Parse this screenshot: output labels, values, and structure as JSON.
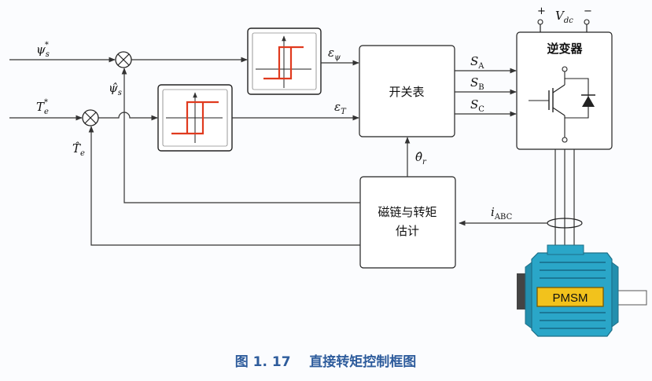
{
  "labels": {
    "psi_ref": "ψ",
    "psi_ref_sub": "s",
    "psi_ref_sup": "*",
    "te_ref": "T",
    "te_ref_sub": "e",
    "te_ref_sup": "*",
    "psi_est": "ψ̂",
    "psi_est_sub": "s",
    "te_est": "T̂",
    "te_est_sub": "e",
    "eps_psi": "ε",
    "eps_psi_sub": "ψ",
    "eps_t": "ε",
    "eps_t_sub": "T",
    "sa": "S",
    "sa_sub": "A",
    "sb": "S",
    "sb_sub": "B",
    "sc": "S",
    "sc_sub": "C",
    "theta": "θ̂",
    "theta_sub": "r",
    "iabc": "i",
    "iabc_sub": "ABC",
    "vdc": "V",
    "vdc_sub": "dc",
    "plus": "+",
    "minus": "−"
  },
  "blocks": {
    "switch_table": "开关表",
    "inverter": "逆变器",
    "estimator_line1": "磁链与转矩",
    "estimator_line2": "估计",
    "motor": "PMSM"
  },
  "caption": "图 1. 17    直接转矩控制框图",
  "colors": {
    "hysteresis": "#e03a1e",
    "motor_body": "#2aa6c8",
    "motor_label": "#f2c21c",
    "caption": "#2e5c9c"
  }
}
